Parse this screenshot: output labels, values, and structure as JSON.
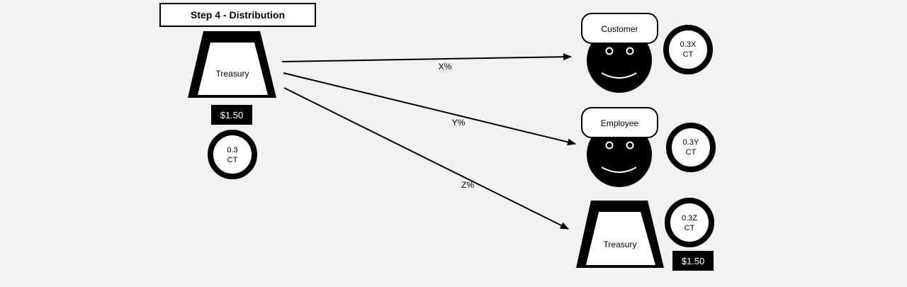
{
  "title": "Step 4 - Distribution",
  "source": {
    "label": "Treasury",
    "price": "$1.50",
    "coin_line1": "0.3",
    "coin_line2": "CT"
  },
  "flows": [
    {
      "percent": "X%",
      "target": "Customer"
    },
    {
      "percent": "Y%",
      "target": "Employee"
    },
    {
      "percent": "Z%",
      "target": "Treasury"
    }
  ],
  "customer": {
    "label": "Customer",
    "coin_line1": "0.3X",
    "coin_line2": "CT"
  },
  "employee": {
    "label": "Employee",
    "coin_line1": "0.3Y",
    "coin_line2": "CT"
  },
  "target_treasury": {
    "label": "Treasury",
    "price": "$1.50",
    "coin_line1": "0.3Z",
    "coin_line2": "CT"
  },
  "colors": {
    "background": "#f2f2f2",
    "ink": "#000000",
    "fill": "#ffffff"
  }
}
